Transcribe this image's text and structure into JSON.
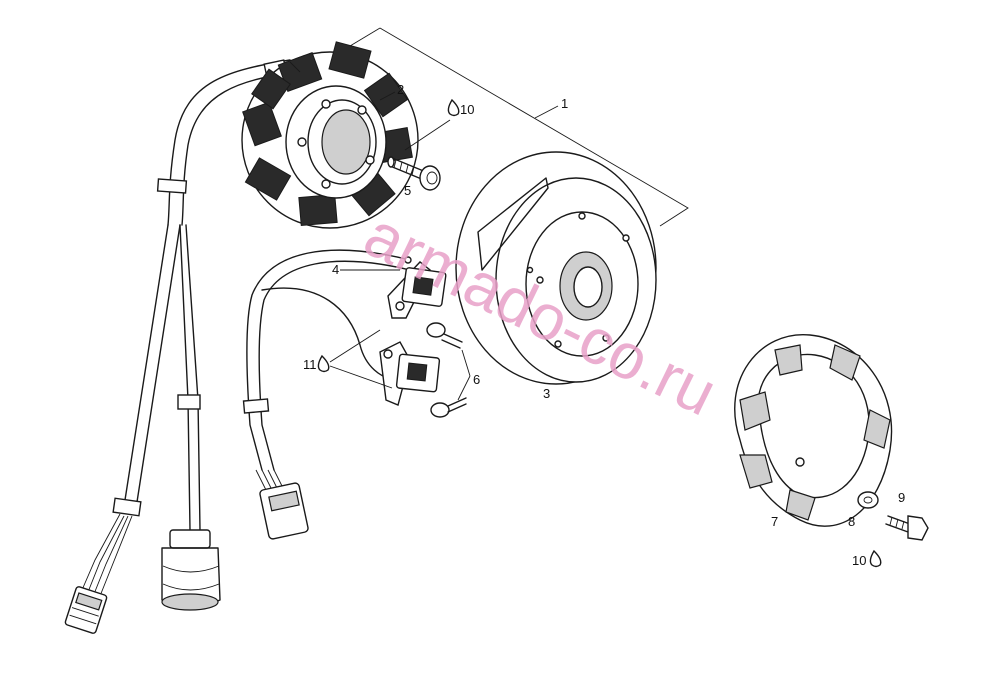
{
  "labels": {
    "p1": "1",
    "p2": "2",
    "p3": "3",
    "p4": "4",
    "p5": "5",
    "p6": "6",
    "p7": "7",
    "p8": "8",
    "p9": "9",
    "p10a": "10",
    "p10b": "10",
    "p11": "11"
  },
  "icons": {
    "torque_drop": "drop-icon"
  },
  "watermark": "armado-co.ru",
  "colors": {
    "line": "#1a1a1a",
    "watermark": "#e8a0c8",
    "background": "#ffffff"
  }
}
